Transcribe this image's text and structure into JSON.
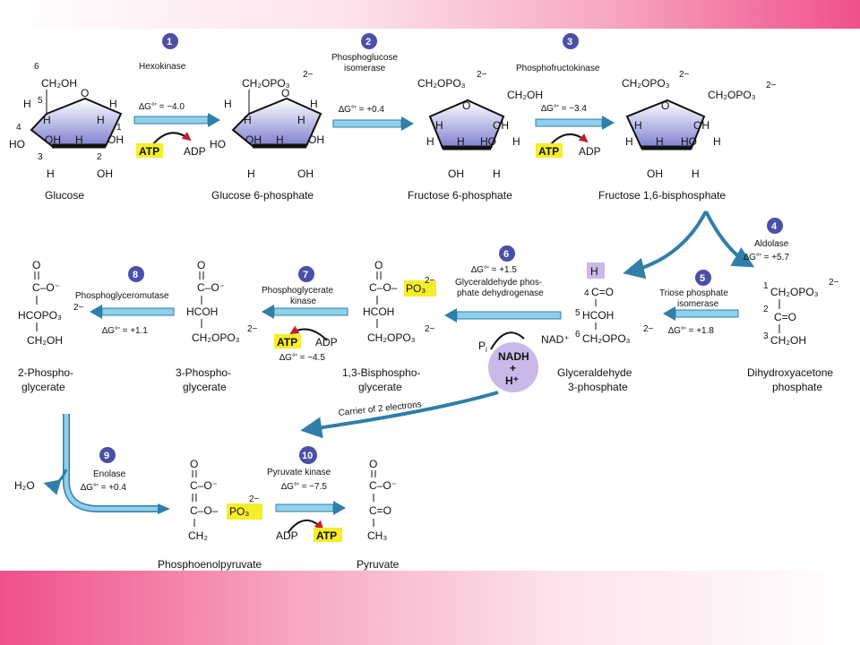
{
  "colors": {
    "arrow": "#2f7fa8",
    "arrow_light": "#8fd0ea",
    "step_circle": "#4b4fa8",
    "highlight": "#f5ee2a",
    "ring": "#8f8fd8",
    "nadh": "#c9b8e8",
    "top_bar_end": "#f0508a"
  },
  "steps": {
    "s1": {
      "num": "1",
      "enzyme": "Hexokinase",
      "dg": "∆G°' = −4.0",
      "cofactor_in": "ATP",
      "cofactor_out": "ADP"
    },
    "s2": {
      "num": "2",
      "enzyme_line1": "Phosphoglucose",
      "enzyme_line2": "isomerase",
      "dg": "∆G°' = +0.4"
    },
    "s3": {
      "num": "3",
      "enzyme": "Phosphofructokinase",
      "dg": "∆G°' = −3.4",
      "cofactor_in": "ATP",
      "cofactor_out": "ADP"
    },
    "s4": {
      "num": "4",
      "enzyme": "Aldolase",
      "dg": "∆G°' = +5.7"
    },
    "s5": {
      "num": "5",
      "enzyme_line1": "Triose phosphate",
      "enzyme_line2": "isomerase",
      "dg": "∆G°' = +1.8"
    },
    "s6": {
      "num": "6",
      "dg": "∆G°' = +1.5",
      "enzyme_line1": "Glyceraldehyde phos-",
      "enzyme_line2": "phate dehydrogenase",
      "pi": "P",
      "pi_sub": "i",
      "nad": "NAD⁺",
      "nadh_line1": "NADH",
      "nadh_line2": "+",
      "nadh_line3": "H⁺"
    },
    "s7": {
      "num": "7",
      "enzyme_line1": "Phosphoglycerate",
      "enzyme_line2": "kinase",
      "dg": "∆G°' = −4.5",
      "cofactor_in": "ADP",
      "cofactor_out": "ATP"
    },
    "s8": {
      "num": "8",
      "enzyme": "Phosphoglyceromutase",
      "dg": "∆G°' = +1.1"
    },
    "s9": {
      "num": "9",
      "enzyme": "Enolase",
      "dg": "∆G°' = +0.4",
      "byproduct": "H₂O"
    },
    "s10": {
      "num": "10",
      "enzyme": "Pyruvate kinase",
      "dg": "∆G°' = −7.5",
      "cofactor_in": "ADP",
      "cofactor_out": "ATP"
    }
  },
  "carrier_label": "Carrier of 2 electrons",
  "compounds": {
    "glucose": "Glucose",
    "g6p": "Glucose 6-phosphate",
    "f6p": "Fructose 6-phosphate",
    "f16bp": "Fructose 1,6-bisphosphate",
    "dhap_line1": "Dihydroxyacetone",
    "dhap_line2": "phosphate",
    "gap_line1": "Glyceraldehyde",
    "gap_line2": "3-phosphate",
    "bpg_line1": "1,3-Bisphospho-",
    "bpg_line2": "glycerate",
    "pg3_line1": "3-Phospho-",
    "pg3_line2": "glycerate",
    "pg2_line1": "2-Phospho-",
    "pg2_line2": "glycerate",
    "pep": "Phosphoenolpyruvate",
    "pyruvate": "Pyruvate"
  },
  "formula": {
    "ch2oh": "CH₂OH",
    "ch2opo3": "CH₂OPO₃",
    "po3": "PO₃",
    "charge": "2−",
    "oh": "OH",
    "h": "H",
    "ho": "HO",
    "o": "O",
    "c_o_minus": "C–O⁻",
    "hcoh": "HCOH",
    "hcopo3": "HCOPO₃",
    "c_eq_o": "C=O",
    "c_o_dash": "C–O–",
    "ch2": "CH₂",
    "ch3": "CH₃",
    "pos_1": "1",
    "pos_2": "2",
    "pos_3": "3",
    "pos_4": "4",
    "pos_5": "5",
    "pos_6": "6"
  }
}
